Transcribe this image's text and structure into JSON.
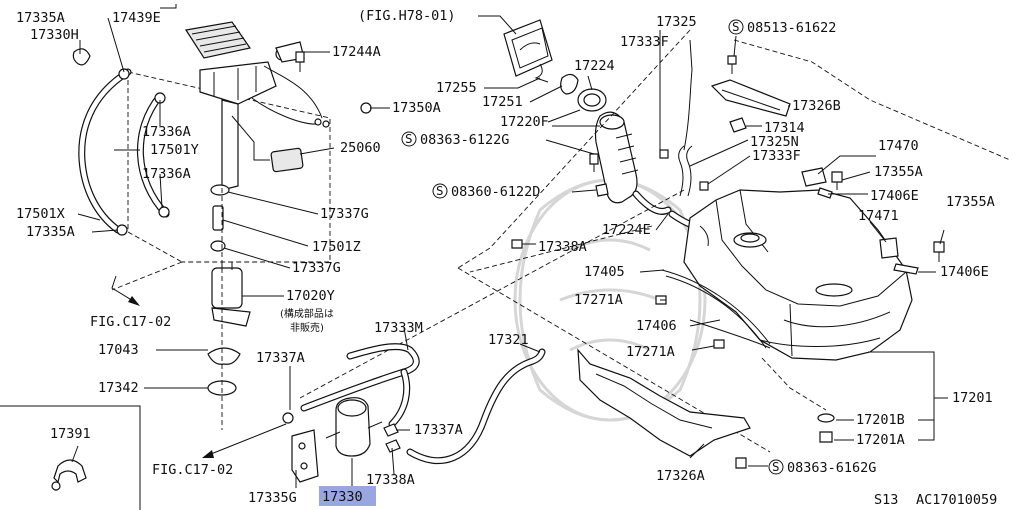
{
  "labels": {
    "p17335A_top": "17335A",
    "p17439E": "17439E",
    "p17330H": "17330H",
    "p17244A": "17244A",
    "p17336A_1": "17336A",
    "p17501Y": "17501Y",
    "p17336A_2": "17336A",
    "p17501X": "17501X",
    "p17335A_bot": "17335A",
    "p17350A": "17350A",
    "p25060": "25060",
    "p17337G_1": "17337G",
    "p17501Z": "17501Z",
    "p17337G_2": "17337G",
    "p17020Y": "17020Y",
    "note_jp_1": "(構成部品は",
    "note_jp_2": "非販売)",
    "fig_c17_top": "FIG.C17-02",
    "p17043": "17043",
    "p17342": "17342",
    "p17391": "17391",
    "fig_h78": "(FIG.H78-01)",
    "p17255": "17255",
    "p17251": "17251",
    "p17224": "17224",
    "p17220F": "17220F",
    "s08363_6122G": "08363-6122G",
    "s08360_6122D": "08360-6122D",
    "p17224E": "17224E",
    "p17338A_1": "17338A",
    "p17325": "17325",
    "p17333F_1": "17333F",
    "s08513_61622": "08513-61622",
    "p17326B": "17326B",
    "p17314": "17314",
    "p17325N": "17325N",
    "p17333F_2": "17333F",
    "p17470": "17470",
    "p17355A_1": "17355A",
    "p17406E_1": "17406E",
    "p17355A_2": "17355A",
    "p17471": "17471",
    "p17406E_2": "17406E",
    "p17405": "17405",
    "p17271A_1": "17271A",
    "p17406": "17406",
    "p17271A_2": "17271A",
    "p17201": "17201",
    "p17201B": "17201B",
    "p17201A": "17201A",
    "p17333M": "17333M",
    "p17321": "17321",
    "p17337A_1": "17337A",
    "p17337A_2": "17337A",
    "fig_c17_bot": "FIG.C17-02",
    "p17335G": "17335G",
    "p17330": "17330",
    "p17338A_2": "17338A",
    "p17326A": "17326A",
    "s08363_6162G": "08363-6162G",
    "footer_model": "S13",
    "footer_code": "AC17010059"
  },
  "symbols": {
    "screw_mark": "S"
  },
  "colors": {
    "highlight": "#9aa6e0",
    "line": "#111111"
  }
}
